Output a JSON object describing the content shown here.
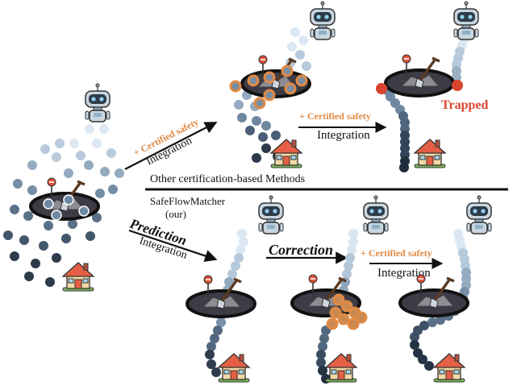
{
  "labels": {
    "certified_safety": "+ Certified safety",
    "integration": "Integration",
    "trapped": "Trapped",
    "other_methods": "Other certification-based Methods",
    "ours_name": "SafeFlowMatcher",
    "ours_tag": "(our)",
    "prediction": "Prediction",
    "correction": "Correction"
  },
  "colors": {
    "accent_orange": "#e08a44",
    "trapped_red": "#d9442e",
    "path_light": "#cfe0ef",
    "path_dark": "#1e2a38",
    "obstacle": "#3d3b45"
  },
  "icons": [
    "robot-icon",
    "house-icon",
    "shovel-icon",
    "no-entry-sign-icon",
    "arrow-icon"
  ]
}
